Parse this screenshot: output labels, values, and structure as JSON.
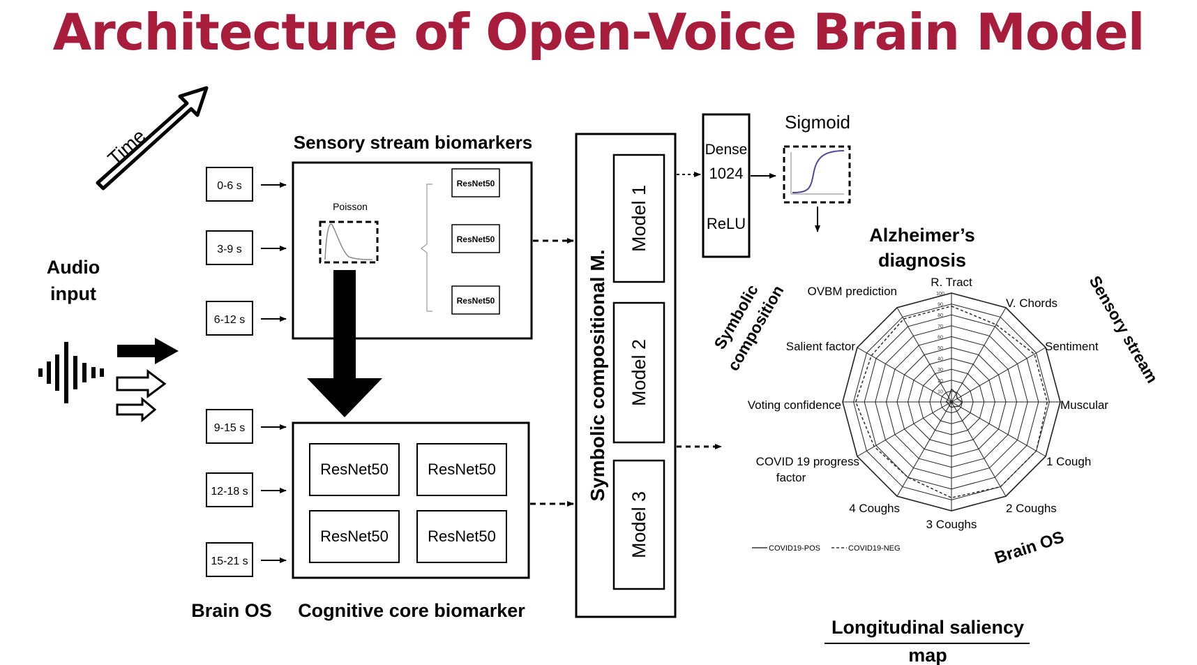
{
  "title": "Architecture of Open-Voice Brain Model",
  "time_label": "Time",
  "audio_input": [
    "Audio",
    "input"
  ],
  "time_windows": [
    "0-6 s",
    "3-9 s",
    "6-12 s",
    "9-15 s",
    "12-18 s",
    "15-21 s"
  ],
  "sensory": {
    "heading": "Sensory stream biomarkers",
    "poisson_label": "Poisson",
    "resnets": [
      "ResNet50",
      "ResNet50",
      "ResNet50"
    ]
  },
  "cognitive": {
    "heading": "Cognitive core biomarker",
    "resnets": [
      "ResNet50",
      "ResNet50",
      "ResNet50",
      "ResNet50"
    ]
  },
  "brain_os_label": "Brain OS",
  "symbolic": {
    "label": "Symbolic compositional M.",
    "models": [
      "Model 1",
      "Model 2",
      "Model 3"
    ]
  },
  "dense": {
    "line1": "Dense",
    "line2": "1024",
    "line3": "ReLU"
  },
  "sigmoid_label": "Sigmoid",
  "diagnosis": [
    "Alzheimer’s",
    "diagnosis"
  ],
  "radar": {
    "axes": [
      "R. Tract",
      "V. Chords",
      "Sentiment",
      "Muscular",
      "1 Cough",
      "2 Coughs",
      "3 Coughs",
      "4 Coughs",
      "COVID 19 progress",
      "Voting confidence",
      "Salient factor",
      "OVBM prediction"
    ],
    "axis_extra_line": "factor",
    "ticks": [
      "10",
      "20",
      "30",
      "40",
      "50",
      "60",
      "70",
      "80",
      "90",
      "100"
    ],
    "series": [
      {
        "name": "COVID19-POS",
        "values": [
          12,
          9,
          6,
          10,
          8,
          5,
          5,
          4,
          3,
          5,
          4,
          5
        ],
        "color": "#333333"
      },
      {
        "name": "COVID19-NEG",
        "values": [
          88,
          82,
          88,
          88,
          90,
          90,
          88,
          80,
          82,
          88,
          85,
          88
        ],
        "color": "#333333"
      }
    ],
    "group_symbolic": [
      "Symbolic",
      "composition"
    ],
    "group_sensory": "Sensory stream",
    "group_brain": "Brain OS"
  },
  "saliency_caption": [
    "Longitudinal saliency",
    "map"
  ]
}
